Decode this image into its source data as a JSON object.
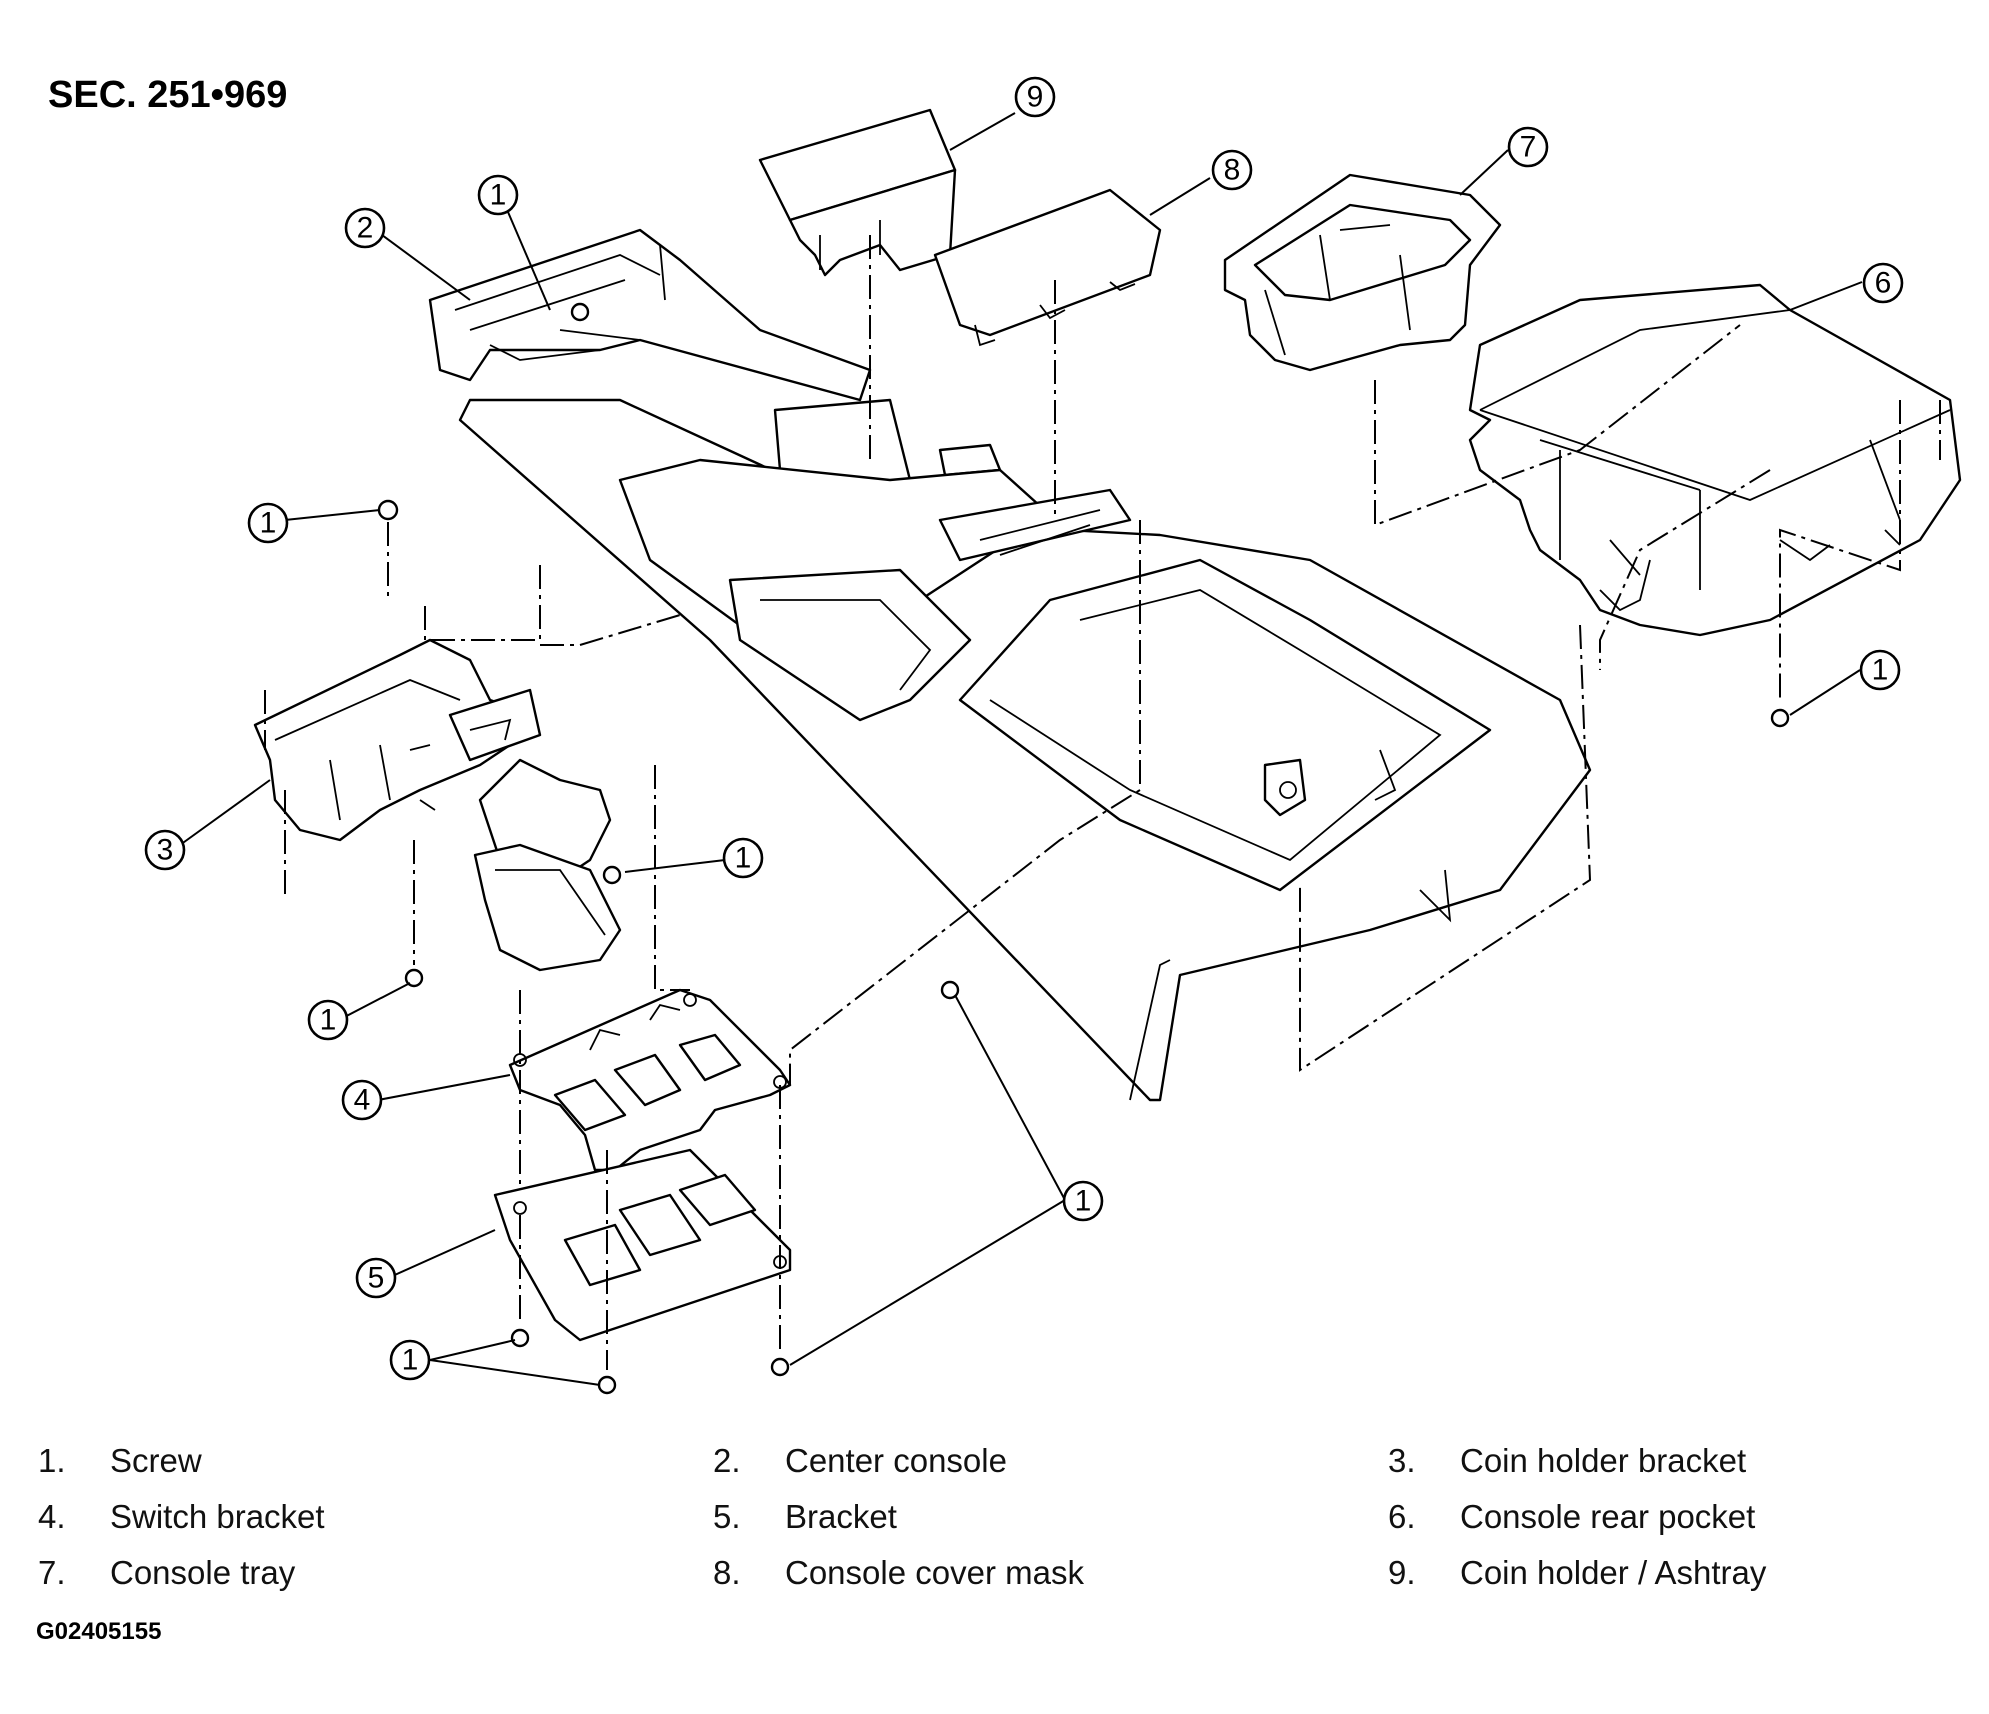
{
  "section_title": "SEC. 251•969",
  "figure_code": "G02405155",
  "callout_numbers": {
    "screw": "1",
    "center_console": "2",
    "coin_holder_bracket": "3",
    "switch_bracket": "4",
    "bracket": "5",
    "console_rear_pocket": "6",
    "console_tray": "7",
    "console_cover_mask": "8",
    "coin_holder_ashtray": "9"
  },
  "legend": [
    {
      "num": "1.",
      "label": "Screw"
    },
    {
      "num": "2.",
      "label": "Center console"
    },
    {
      "num": "3.",
      "label": "Coin holder bracket"
    },
    {
      "num": "4.",
      "label": "Switch bracket"
    },
    {
      "num": "5.",
      "label": "Bracket"
    },
    {
      "num": "6.",
      "label": "Console rear pocket"
    },
    {
      "num": "7.",
      "label": "Console tray"
    },
    {
      "num": "8.",
      "label": "Console cover mask"
    },
    {
      "num": "9.",
      "label": "Coin holder / Ashtray"
    }
  ]
}
